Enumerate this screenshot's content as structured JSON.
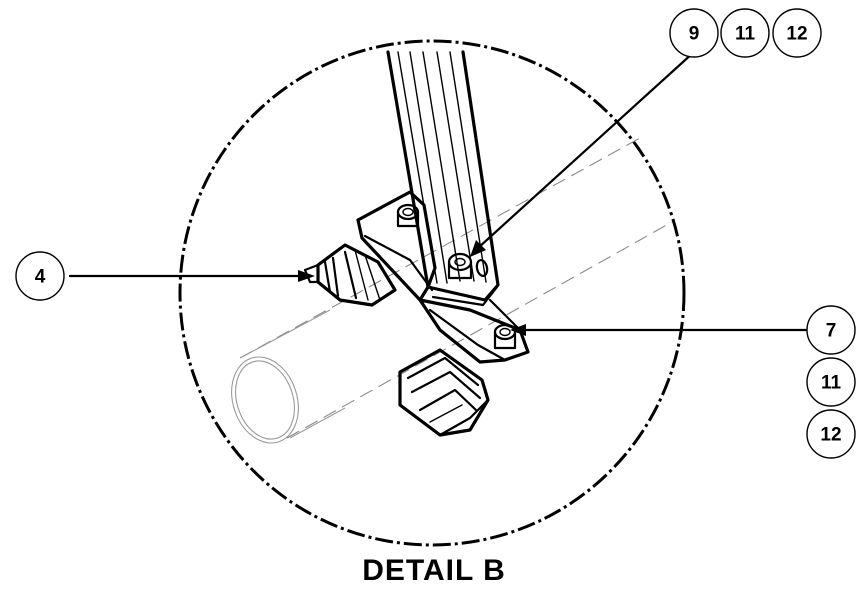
{
  "title": "DETAIL B",
  "balloons": {
    "b4": "4",
    "b7": "7",
    "b9": "9",
    "b11a": "11",
    "b12a": "12",
    "b11b": "11",
    "b12b": "12"
  },
  "colors": {
    "line": "#000000",
    "hidden": "#8a8a8a",
    "background": "#ffffff"
  }
}
